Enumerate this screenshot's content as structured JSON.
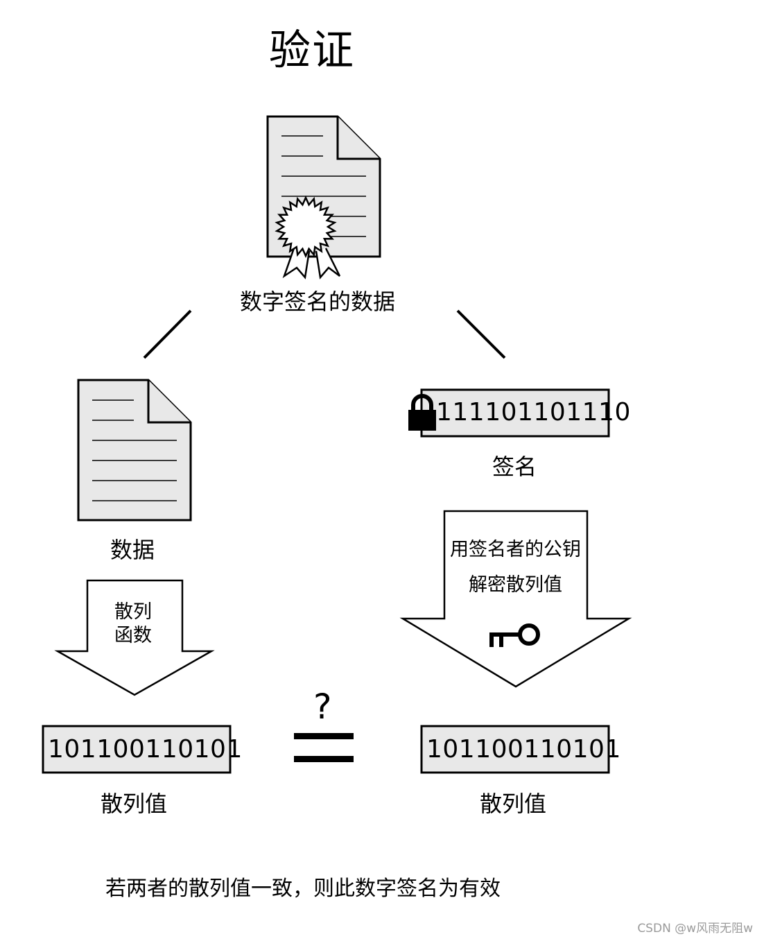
{
  "title": "验证",
  "signed_data": {
    "label": "数字签名的数据"
  },
  "data_doc": {
    "label": "数据"
  },
  "signature": {
    "bits": "111101101110",
    "label": "签名"
  },
  "hash_function": {
    "line1": "散列",
    "line2": "函数"
  },
  "decrypt_step": {
    "line1": "用签名者的公钥",
    "line2": "解密散列值"
  },
  "left_hash": {
    "bits": "101100110101",
    "label": "散列值"
  },
  "right_hash": {
    "bits": "101100110101",
    "label": "散列值"
  },
  "compare": {
    "symbol": "?"
  },
  "conclusion": "若两者的散列值一致，则此数字签名为有效",
  "watermark": "CSDN @w风雨无阻w",
  "colors": {
    "fill_gray": "#e8e8e8",
    "stroke": "#000000"
  },
  "icons": [
    "certificate-icon",
    "document-icon",
    "lock-icon",
    "key-icon",
    "equals-icon"
  ]
}
